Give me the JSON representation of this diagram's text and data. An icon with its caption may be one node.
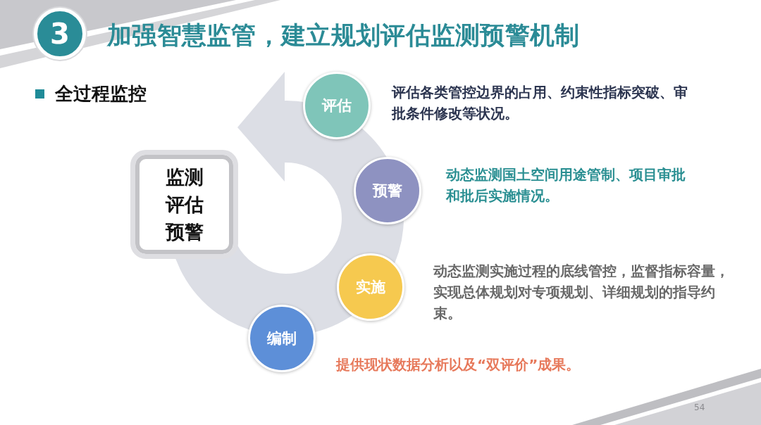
{
  "diagram": {
    "title": "加强智慧监管，建立规划评估监测预警机制",
    "nodes": [
      {
        "text": [
          "3"
        ]
      },
      {
        "text": [
          "监测",
          "评估",
          "预警"
        ]
      },
      {
        "text": [
          "评估"
        ],
        "beside": [
          "评估各类管控边界的占用、约束性指标突破、审批条件修改等状况。"
        ]
      },
      {
        "text": [
          "预警"
        ],
        "beside": [
          "动态监测国土空间用途管制、项目审批和批后实施情况。"
        ]
      },
      {
        "text": [
          "实施"
        ],
        "beside": [
          "动态监测实施过程的底线管控，监督指标容量，实现总体规划对专项规划、详细规划的指导约束。"
        ]
      },
      {
        "text": [
          "编制"
        ],
        "beside": [
          "提供现状数据分析以及“双评价”成果。"
        ]
      }
    ],
    "labels": [
      "全过程监控",
      "54"
    ]
  }
}
